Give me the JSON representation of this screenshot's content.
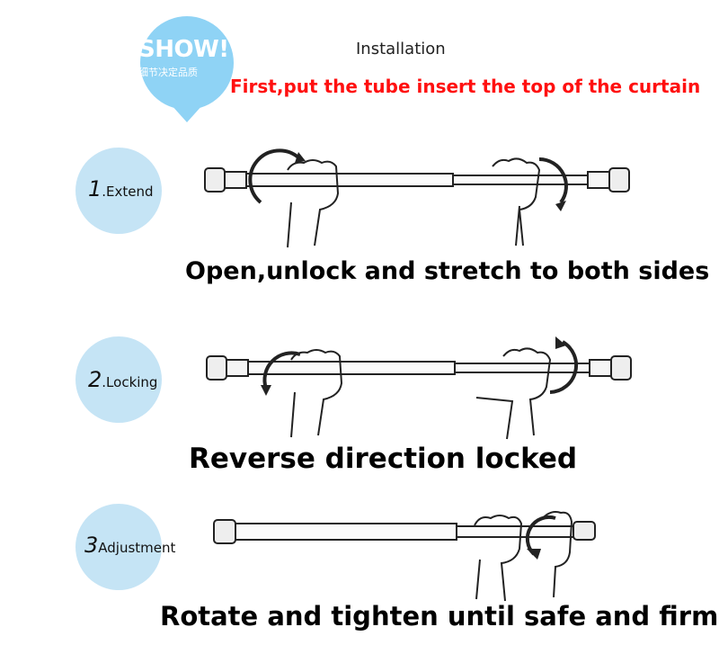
{
  "badge": {
    "title": "SHOW!",
    "subtitle": "细节决定品质",
    "color": "#8fd3f5"
  },
  "header": {
    "title": "Installation",
    "first_step": "First,put the tube insert the top of the curtain"
  },
  "steps": [
    {
      "number": "1",
      "label": ".Extend",
      "caption": "Open,unlock and stretch to both sides"
    },
    {
      "number": "2",
      "label": ".Locking",
      "caption": "Reverse direction locked"
    },
    {
      "number": "3",
      "label": "Adjustment",
      "caption": "Rotate and tighten until safe and firm"
    }
  ],
  "colors": {
    "circle": "#c5e4f5",
    "accent_red": "#ff1010"
  }
}
